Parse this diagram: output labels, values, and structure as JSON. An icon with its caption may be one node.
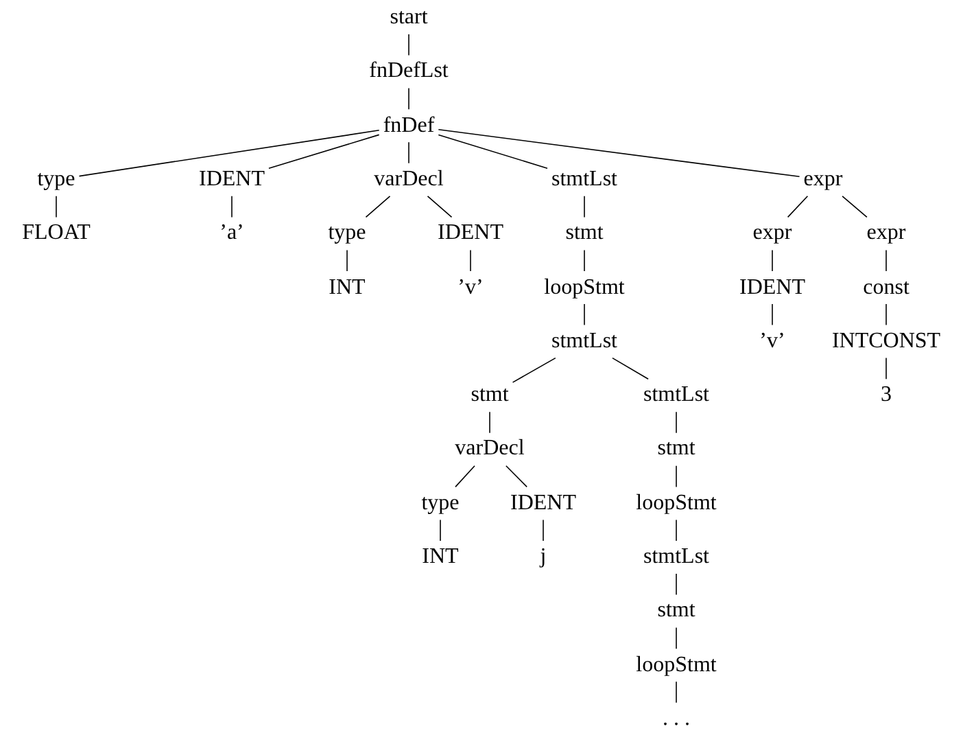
{
  "diagram": {
    "nodes": [
      {
        "text": [
          "start"
        ]
      },
      {
        "text": [
          "fnDefLst"
        ]
      },
      {
        "text": [
          "fnDef"
        ]
      },
      {
        "text": [
          "type"
        ]
      },
      {
        "text": [
          "IDENT"
        ]
      },
      {
        "text": [
          "varDecl"
        ]
      },
      {
        "text": [
          "stmtLst"
        ]
      },
      {
        "text": [
          "expr"
        ]
      },
      {
        "text": [
          "FLOAT"
        ]
      },
      {
        "text": [
          "’a’"
        ]
      },
      {
        "text": [
          "type"
        ]
      },
      {
        "text": [
          "IDENT"
        ]
      },
      {
        "text": [
          "stmt"
        ]
      },
      {
        "text": [
          "expr"
        ]
      },
      {
        "text": [
          "expr"
        ]
      },
      {
        "text": [
          "INT"
        ]
      },
      {
        "text": [
          "’v’"
        ]
      },
      {
        "text": [
          "loopStmt"
        ]
      },
      {
        "text": [
          "IDENT"
        ]
      },
      {
        "text": [
          "const"
        ]
      },
      {
        "text": [
          "stmtLst"
        ]
      },
      {
        "text": [
          "’v’"
        ]
      },
      {
        "text": [
          "INTCONST"
        ]
      },
      {
        "text": [
          "stmt"
        ]
      },
      {
        "text": [
          "stmtLst"
        ]
      },
      {
        "text": [
          "3"
        ]
      },
      {
        "text": [
          "varDecl"
        ]
      },
      {
        "text": [
          "stmt"
        ]
      },
      {
        "text": [
          "type"
        ]
      },
      {
        "text": [
          "IDENT"
        ]
      },
      {
        "text": [
          "loopStmt"
        ]
      },
      {
        "text": [
          "INT"
        ]
      },
      {
        "text": [
          "j"
        ]
      },
      {
        "text": [
          "stmtLst"
        ]
      },
      {
        "text": [
          "stmt"
        ]
      },
      {
        "text": [
          "loopStmt"
        ]
      },
      {
        "text": [
          ". . ."
        ]
      }
    ],
    "edges": [
      {
        "from": 0,
        "to": 1,
        "arrow": "none"
      },
      {
        "from": 1,
        "to": 2,
        "arrow": "none"
      },
      {
        "from": 2,
        "to": 3,
        "arrow": "none"
      },
      {
        "from": 2,
        "to": 4,
        "arrow": "none"
      },
      {
        "from": 2,
        "to": 5,
        "arrow": "none"
      },
      {
        "from": 2,
        "to": 6,
        "arrow": "none"
      },
      {
        "from": 2,
        "to": 7,
        "arrow": "none"
      },
      {
        "from": 3,
        "to": 8,
        "arrow": "none"
      },
      {
        "from": 4,
        "to": 9,
        "arrow": "none"
      },
      {
        "from": 5,
        "to": 10,
        "arrow": "none"
      },
      {
        "from": 5,
        "to": 11,
        "arrow": "none"
      },
      {
        "from": 6,
        "to": 12,
        "arrow": "none"
      },
      {
        "from": 7,
        "to": 13,
        "arrow": "none"
      },
      {
        "from": 7,
        "to": 14,
        "arrow": "none"
      },
      {
        "from": 10,
        "to": 15,
        "arrow": "none"
      },
      {
        "from": 11,
        "to": 16,
        "arrow": "none"
      },
      {
        "from": 12,
        "to": 17,
        "arrow": "none"
      },
      {
        "from": 13,
        "to": 18,
        "arrow": "none"
      },
      {
        "from": 14,
        "to": 19,
        "arrow": "none"
      },
      {
        "from": 17,
        "to": 20,
        "arrow": "none"
      },
      {
        "from": 18,
        "to": 21,
        "arrow": "none"
      },
      {
        "from": 19,
        "to": 22,
        "arrow": "none"
      },
      {
        "from": 20,
        "to": 23,
        "arrow": "none"
      },
      {
        "from": 20,
        "to": 24,
        "arrow": "none"
      },
      {
        "from": 22,
        "to": 25,
        "arrow": "none"
      },
      {
        "from": 23,
        "to": 26,
        "arrow": "none"
      },
      {
        "from": 24,
        "to": 27,
        "arrow": "none"
      },
      {
        "from": 26,
        "to": 28,
        "arrow": "none"
      },
      {
        "from": 26,
        "to": 29,
        "arrow": "none"
      },
      {
        "from": 27,
        "to": 30,
        "arrow": "none"
      },
      {
        "from": 28,
        "to": 31,
        "arrow": "none"
      },
      {
        "from": 29,
        "to": 32,
        "arrow": "none"
      },
      {
        "from": 30,
        "to": 33,
        "arrow": "none"
      },
      {
        "from": 33,
        "to": 34,
        "arrow": "none"
      },
      {
        "from": 34,
        "to": 35,
        "arrow": "none"
      },
      {
        "from": 35,
        "to": 36,
        "arrow": "none"
      }
    ]
  }
}
